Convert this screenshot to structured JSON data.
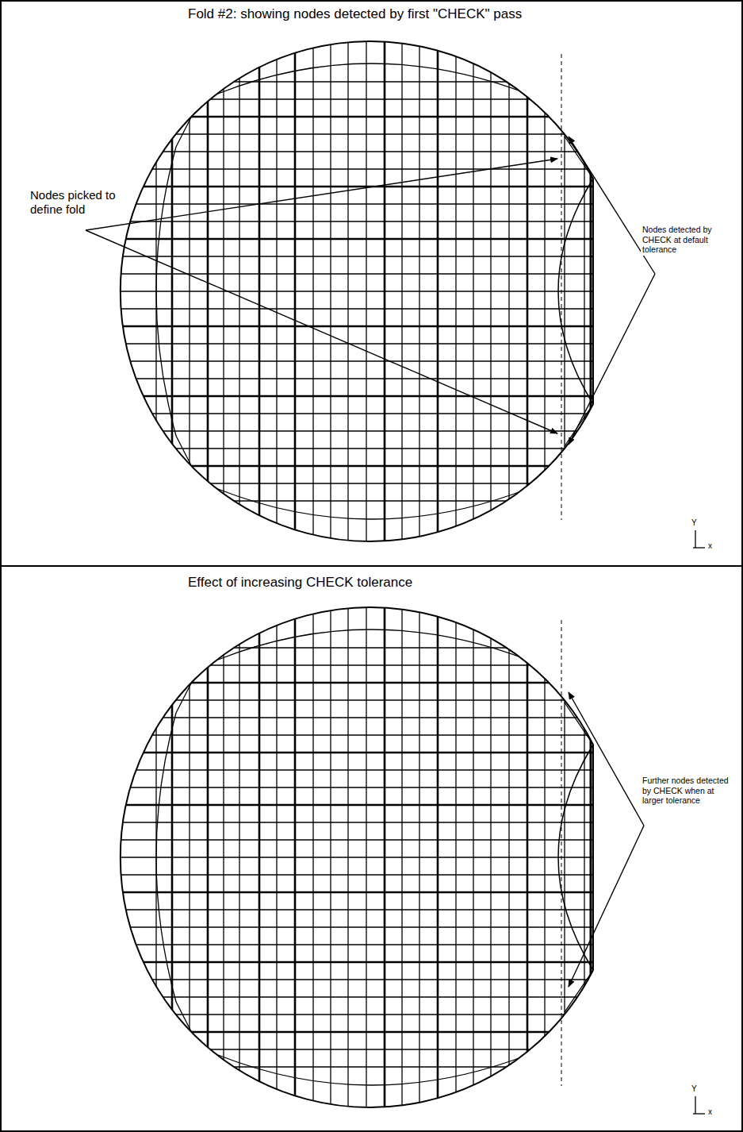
{
  "diagram": {
    "labels": [
      "Fold #2: showing nodes detected by first \"CHECK\" pass",
      "Nodes picked to define fold",
      "Nodes detected by CHECK at default tolerance",
      "Y",
      "x",
      "Effect of increasing CHECK tolerance",
      "Further nodes detected by CHECK when at larger tolerance",
      "Y",
      "x"
    ]
  }
}
